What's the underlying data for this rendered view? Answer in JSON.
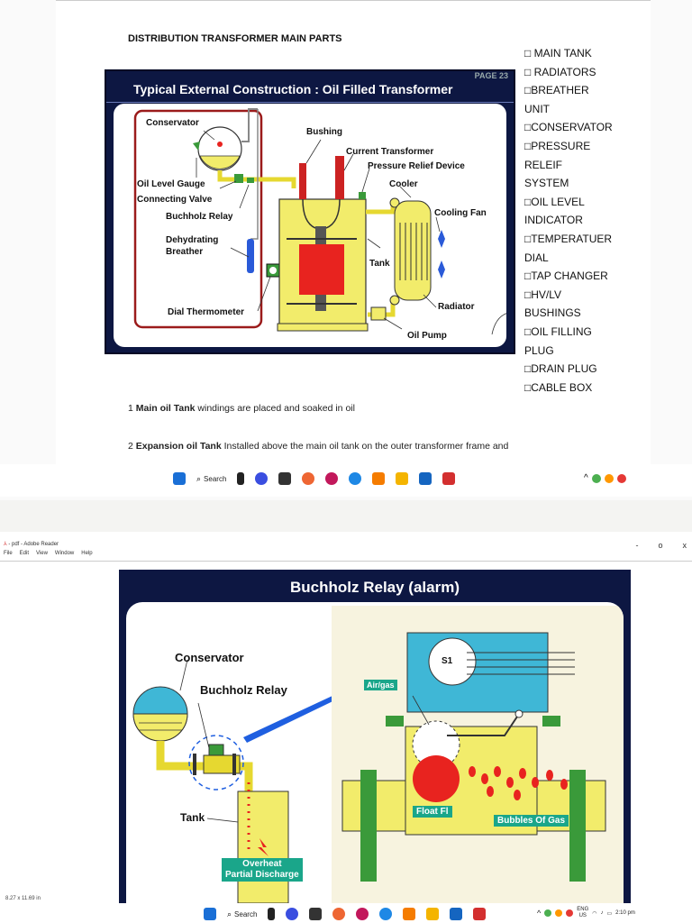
{
  "page1": {
    "heading": "DISTRIBUTION TRANSFORMER MAIN PARTS",
    "parts_list": [
      "□ MAIN TANK",
      "□ RADIATORS",
      "□BREATHER",
      "UNIT",
      "□CONSERVATOR",
      "□PRESSURE",
      "RELEIF",
      "SYSTEM",
      "□OIL LEVEL",
      "INDICATOR",
      "□TEMPERATUER",
      "DIAL",
      "□TAP CHANGER",
      "□HV/LV",
      "BUSHINGS",
      "□OIL FILLING",
      "PLUG",
      "□DRAIN PLUG",
      "□CABLE BOX"
    ],
    "figure": {
      "page_label": "PAGE 23",
      "title": "Typical External Construction : Oil Filled Transformer",
      "labels": {
        "conservator": "Conservator",
        "oil_level_gauge": "Oil Level Gauge",
        "connecting_valve": "Connecting Valve",
        "buchholz_relay": "Buchholz Relay",
        "dehydrating": "Dehydrating",
        "breather": "Breather",
        "dial_thermometer": "Dial Thermometer",
        "bushing": "Bushing",
        "current_transformer": "Current Transformer",
        "pressure_relief": "Pressure Relief Device",
        "cooler": "Cooler",
        "cooling_fan": "Cooling Fan",
        "tank": "Tank",
        "radiator": "Radiator",
        "oil_pump": "Oil Pump"
      }
    },
    "para1": {
      "number": "1",
      "bold": "Main oil Tank",
      "text": " windings are placed and soaked in oil"
    },
    "para2": {
      "number": "2",
      "bold": "Expansion oil Tank",
      "text": " Installed above the main oil tank on the outer transformer frame and"
    }
  },
  "taskbar_top": {
    "search": "Search"
  },
  "page2": {
    "window_title": "- pdf - Adobe Reader",
    "menu": [
      "File",
      "Edit",
      "View",
      "Window",
      "Help"
    ],
    "window_controls": [
      "-",
      "o",
      "x"
    ],
    "figure": {
      "title": "Buchholz Relay (alarm)",
      "labels": {
        "conservator": "Conservator",
        "buchholz_relay": "Buchholz Relay",
        "tank": "Tank",
        "overheat": "Overheat",
        "partial_discharge": "Partial Discharge",
        "air_gas": "Air/gas",
        "float": "Float Fl",
        "bubbles": "Bubbles Of Gas",
        "switch": "S1"
      }
    },
    "page_size": "8.27 x 11.69 in"
  },
  "taskbar_bottom": {
    "search": "Search",
    "lang": "ENG",
    "lang2": "US",
    "time": "2:10 pm"
  },
  "colors": {
    "figure_bg": "#0d1742",
    "tank_yellow": "#f2ec6b",
    "core_red": "#e8231f",
    "pipe_yellow": "#e6d830",
    "frame_red": "#9b1b1b",
    "relay_blue": "#3fb7d6",
    "label_teal": "#1aa68a",
    "arrow_blue": "#1f5fe0",
    "green_bar": "#3a9a3a"
  }
}
